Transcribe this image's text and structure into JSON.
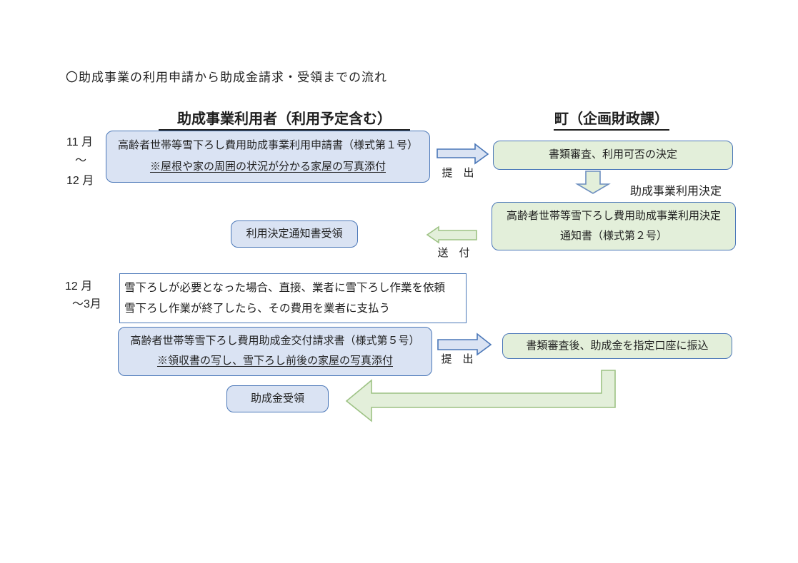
{
  "page": {
    "title": "〇助成事業の利用申請から助成金請求・受領までの流れ"
  },
  "headers": {
    "user": "助成事業利用者（利用予定含む）",
    "town": "町（企画財政課）"
  },
  "periods": {
    "p1_line1": "11 月",
    "p1_line2": "〜",
    "p1_line3": "12 月",
    "p2_line1": "12 月",
    "p2_line2": "〜3月"
  },
  "boxes": {
    "application": {
      "line1": "高齢者世帯等雪下ろし費用助成事業利用申請書（様式第１号）",
      "line2": "※屋根や家の周囲の状況が分かる家屋の写真添付"
    },
    "screening": {
      "text": "書類審査、利用可否の決定"
    },
    "decision_notice": {
      "line1": "高齢者世帯等雪下ろし費用助成事業利用決定",
      "line2": "通知書（様式第２号）"
    },
    "notice_received": {
      "text": "利用決定通知書受領"
    },
    "work_note": {
      "line1": "雪下ろしが必要となった場合、直接、業者に雪下ろし作業を依頼",
      "line2": "雪下ろし作業が終了したら、その費用を業者に支払う"
    },
    "claim": {
      "line1": "高齢者世帯等雪下ろし費用助成金交付請求書（様式第５号）",
      "line2": "※領収書の写し、雪下ろし前後の家屋の写真添付"
    },
    "payment": {
      "text": "書類審査後、助成金を指定口座に振込"
    },
    "subsidy_received": {
      "text": "助成金受領"
    }
  },
  "arrow_labels": {
    "submit1": "提　出",
    "decision": "助成事業利用決定",
    "send": "送　付",
    "submit2": "提　出"
  },
  "colors": {
    "blue_fill": "#dae3f3",
    "blue_border": "#4a77b8",
    "green_fill": "#e3efda",
    "green_arrow_border": "#9dc284",
    "down_arrow_border": "#6c8ebf",
    "text": "#1f1f1f"
  }
}
